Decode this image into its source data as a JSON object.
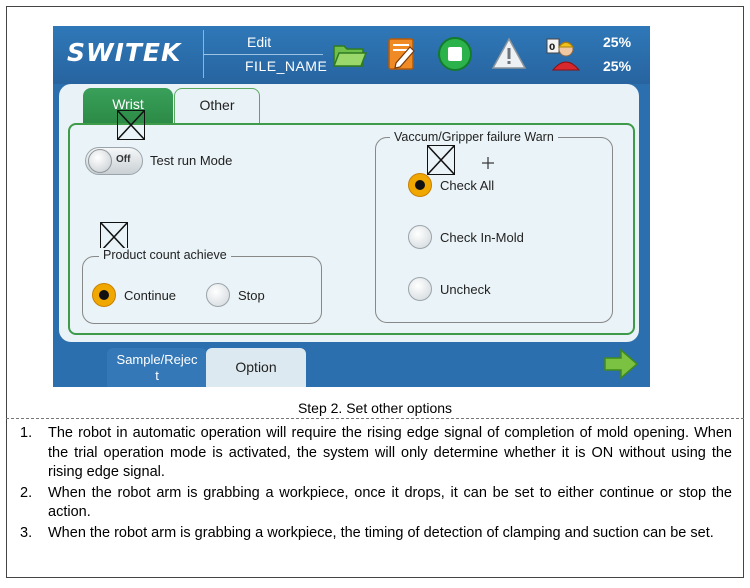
{
  "screen": {
    "brand": "SWITEK",
    "mode_label": "Edit",
    "file_label": "FILE_NAME",
    "percent_top": "25%",
    "percent_bottom": "25%",
    "icons": [
      "folder-icon",
      "edit-icon",
      "stop-icon",
      "warning-icon",
      "user-icon"
    ],
    "colors": {
      "bar": "#2c6fae",
      "panel": "#e8f2f7",
      "accent_green": "#3f9a4a",
      "radio_selected": "#f0a800"
    }
  },
  "tabs": [
    {
      "label": "Wrist",
      "active": false
    },
    {
      "label": "Other",
      "active": true
    }
  ],
  "test_run": {
    "toggle_state": "Off",
    "label": "Test run Mode"
  },
  "product_count": {
    "title": "Product count achieve",
    "options": [
      {
        "label": "Continue",
        "selected": true
      },
      {
        "label": "Stop",
        "selected": false
      }
    ]
  },
  "vacuum": {
    "title": "Vaccum/Gripper failure Warn",
    "options": [
      {
        "label": "Check All",
        "selected": true
      },
      {
        "label": "Check In-Mold",
        "selected": false
      },
      {
        "label": "Uncheck",
        "selected": false
      }
    ]
  },
  "bottom_tabs": [
    {
      "label": "Sample/Rejec",
      "label_line2": "t"
    },
    {
      "label": "Option"
    }
  ],
  "caption": "Step 2. Set other options",
  "notes": [
    {
      "num": "1.",
      "text": "The robot in automatic operation will require the rising edge signal of completion of mold opening. When the trial operation mode is activated, the system will only determine whether it is ON without using the rising edge signal."
    },
    {
      "num": "2.",
      "text": "When the robot arm is grabbing a workpiece, once it drops, it can be set to either continue or stop the action."
    },
    {
      "num": "3.",
      "text": "When the robot arm is grabbing a workpiece, the timing of detection of clamping and suction can be set."
    }
  ]
}
